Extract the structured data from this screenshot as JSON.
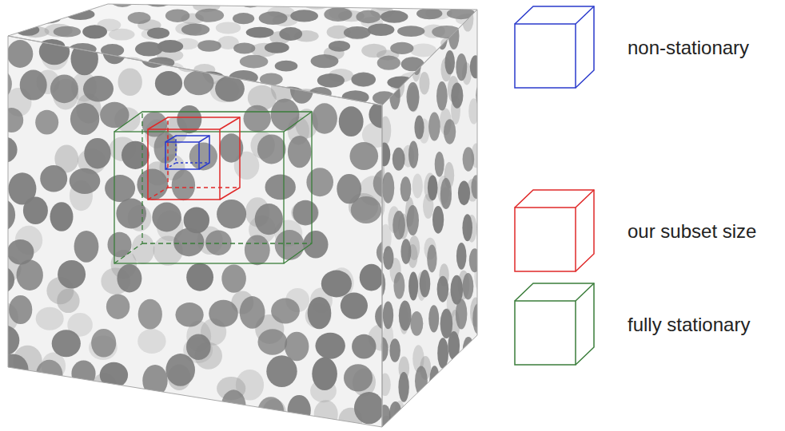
{
  "diagram": {
    "legend": [
      {
        "text": "non-stationary",
        "color": "#2a3acc"
      },
      {
        "text": "our subset size",
        "color": "#e02828"
      },
      {
        "text": "fully stationary",
        "color": "#3a7d3a"
      }
    ]
  }
}
